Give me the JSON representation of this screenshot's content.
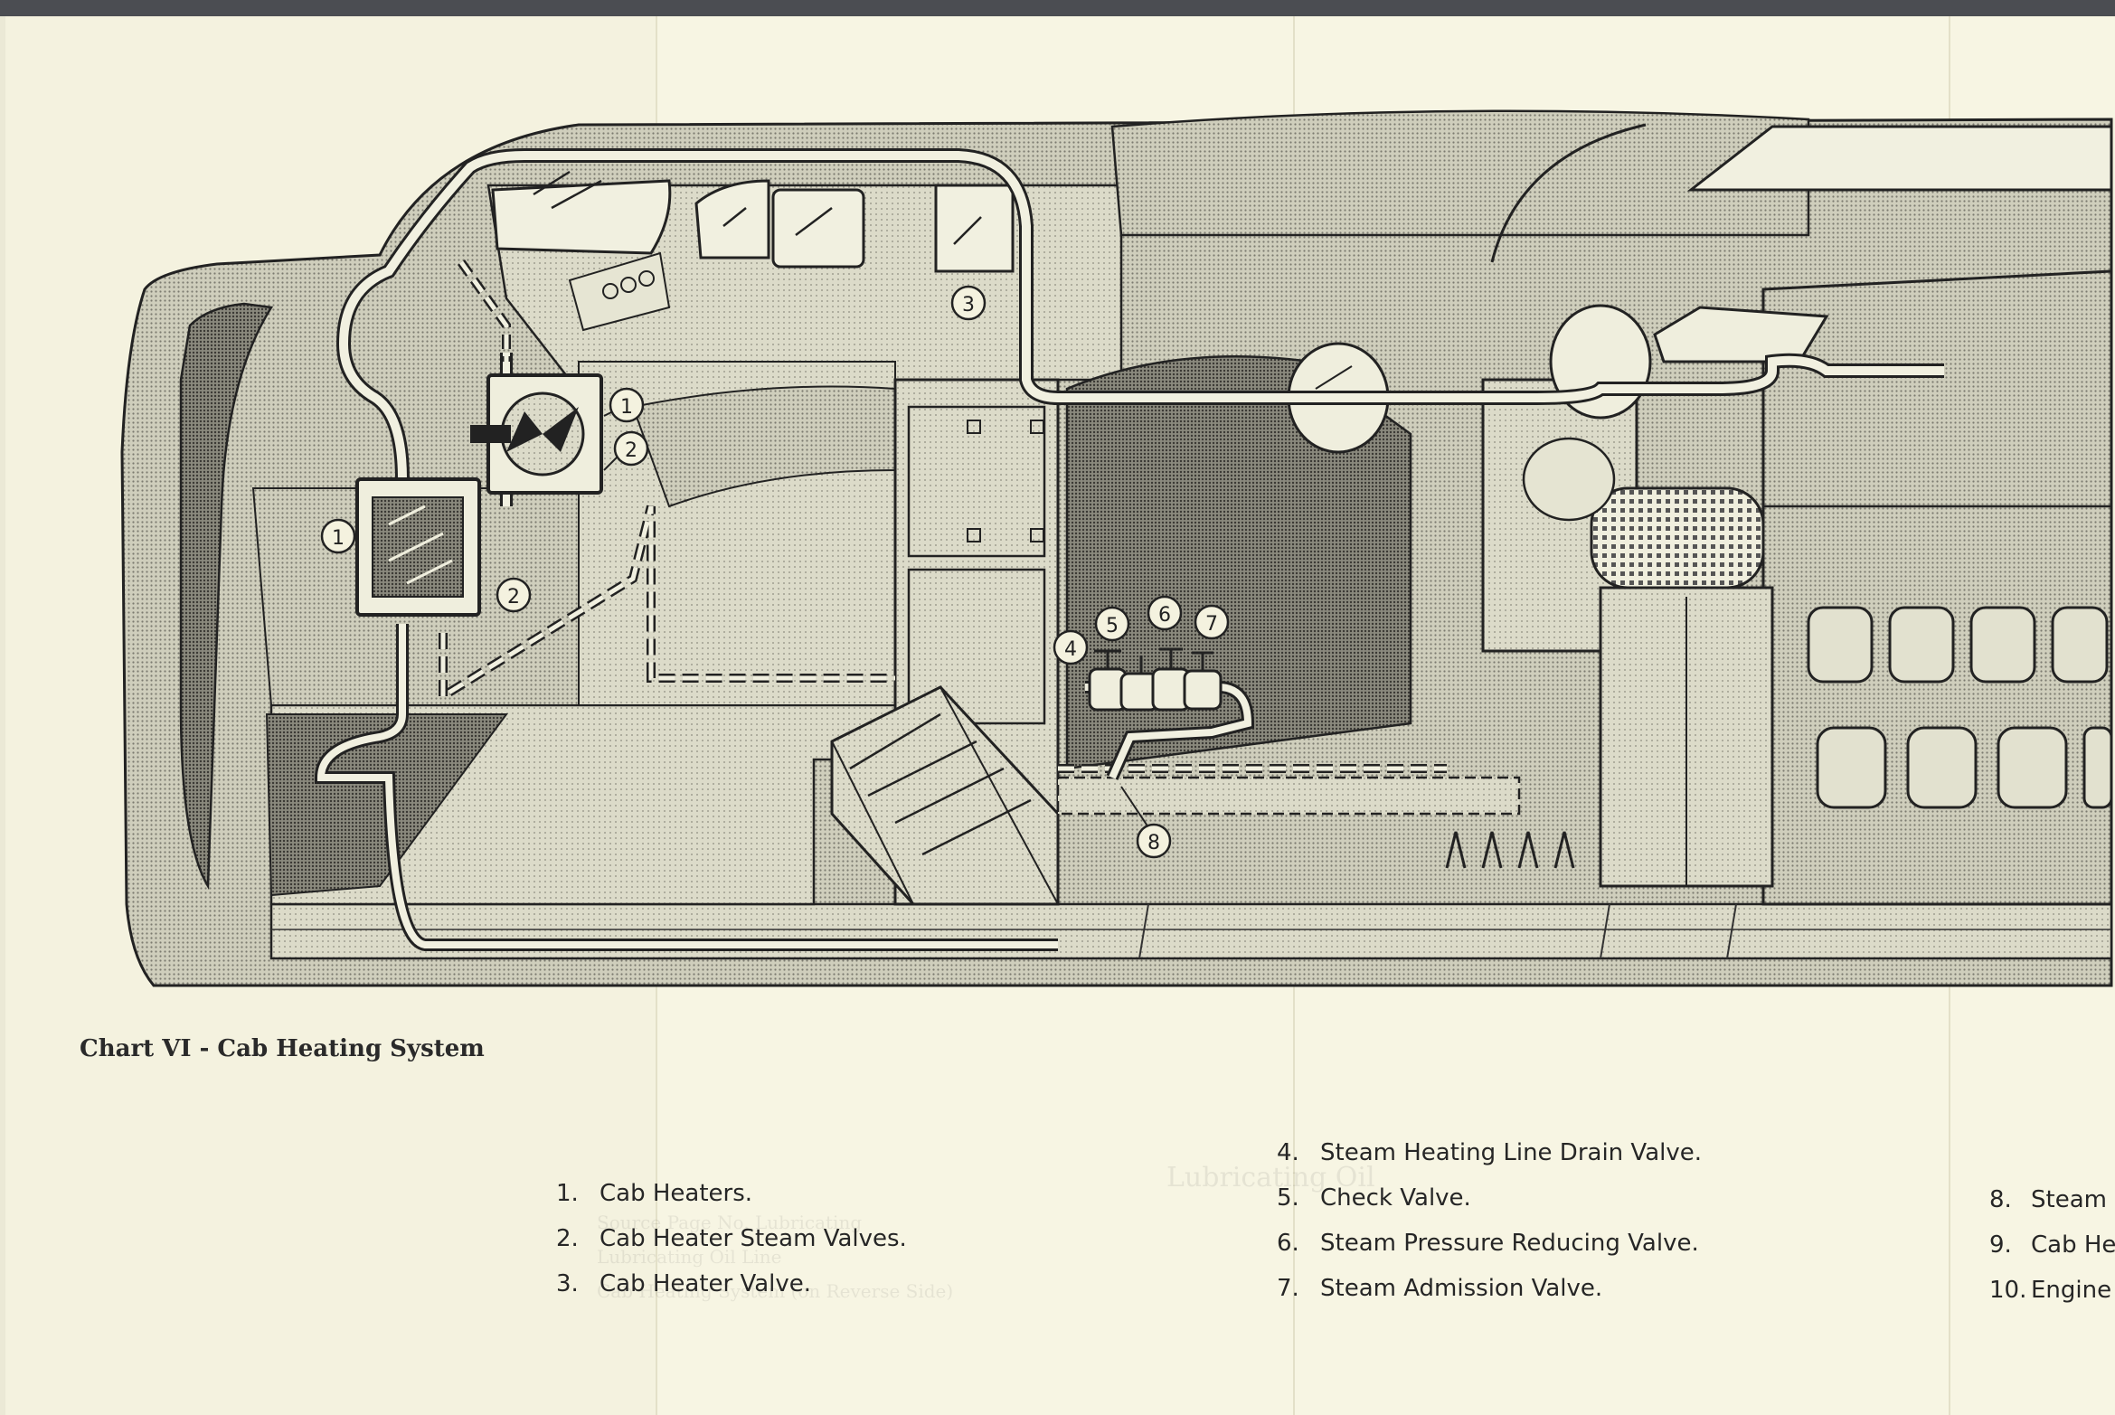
{
  "caption": "Chart VI - Cab Heating System",
  "callouts": [
    {
      "label": "1"
    },
    {
      "label": "1"
    },
    {
      "label": "2"
    },
    {
      "label": "2"
    },
    {
      "label": "3"
    },
    {
      "label": "4"
    },
    {
      "label": "5"
    },
    {
      "label": "6"
    },
    {
      "label": "7"
    },
    {
      "label": "8"
    }
  ],
  "legend": [
    {
      "num": "1.",
      "text": "Cab Heaters."
    },
    {
      "num": "2.",
      "text": "Cab Heater Steam Valves."
    },
    {
      "num": "3.",
      "text": "Cab Heater Valve."
    },
    {
      "num": "4.",
      "text": "Steam Heating Line Drain Valve."
    },
    {
      "num": "5.",
      "text": "Check Valve."
    },
    {
      "num": "6.",
      "text": "Steam Pressure Reducing Valve."
    },
    {
      "num": "7.",
      "text": "Steam Admission Valve."
    },
    {
      "num": "8.",
      "text": "Steam"
    },
    {
      "num": "9.",
      "text": "Cab He"
    },
    {
      "num": "10.",
      "text": "Engine"
    }
  ],
  "bleed_through": {
    "lubricating": "Lubricating Oil",
    "line1": "Source Page No. Lubricating",
    "line2": "Lubricating Oil Line",
    "line3": "Cab Heating System (on Reverse Side)"
  },
  "colors": {
    "paper": "#f4f2df",
    "ink": "#262626",
    "shade_light": "#c9c8b6",
    "shade_mid": "#a9a897",
    "shade_dark": "#6d6c63"
  }
}
